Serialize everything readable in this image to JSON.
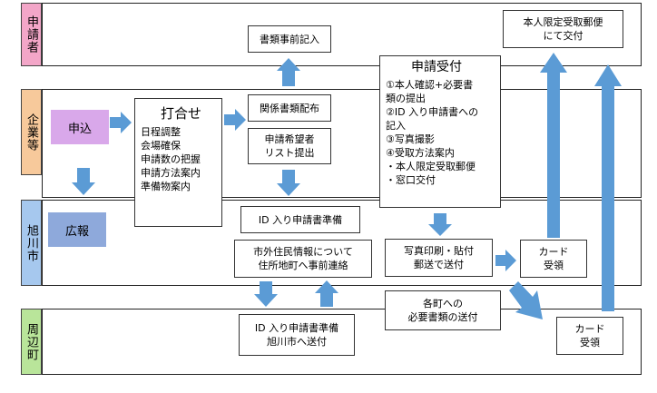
{
  "lanes": [
    {
      "label": "申請者",
      "color": "#f3a6c8"
    },
    {
      "label": "企業等",
      "color": "#f7c99b"
    },
    {
      "label": "旭川市",
      "color": "#a6c8ee"
    },
    {
      "label": "周辺町",
      "color": "#b9e59a"
    }
  ],
  "boxes": {
    "shorui_jizen": "書類事前記入",
    "honnin_koufu": [
      "本人限定受取郵便",
      "にて交付"
    ],
    "moushikomi": "申込",
    "uchiawase_title": "打合せ",
    "uchiawase_items": [
      "日程調整",
      "会場確保",
      "申請数の把握",
      "申請方法案内",
      "準備物案内"
    ],
    "kankei_haifu": "関係書類配布",
    "kibousha_list": [
      "申請希望者",
      "リスト提出"
    ],
    "shinsei_title": "申請受付",
    "shinsei_items": [
      "①本人確認+必要書",
      "類の提出",
      "②ID 入り申請書への",
      "記入",
      "③写真撮影",
      "④受取方法案内",
      "・本人限定受取郵便",
      "・窓口交付"
    ],
    "kouhou": "広報",
    "id_junbi": "ID 入り申請書準備",
    "shigai_renraku": [
      "市外住民情報について",
      "住所地町へ事前連絡"
    ],
    "shashin_insatsu": [
      "写真印刷・貼付",
      "郵送で送付"
    ],
    "card_asahikawa": [
      "カード",
      "受領"
    ],
    "kakucho_hitsuyou": [
      "各町への",
      "必要書類の送付"
    ],
    "id_junbi_town": [
      "ID 入り申請書準備",
      "旭川市へ送付"
    ],
    "card_town": [
      "カード",
      "受領"
    ]
  },
  "colors": {
    "arrow": "#5b9bd5",
    "moushikomi_fill": "#d9a8ea",
    "kouhou_fill": "#8ea9db"
  }
}
